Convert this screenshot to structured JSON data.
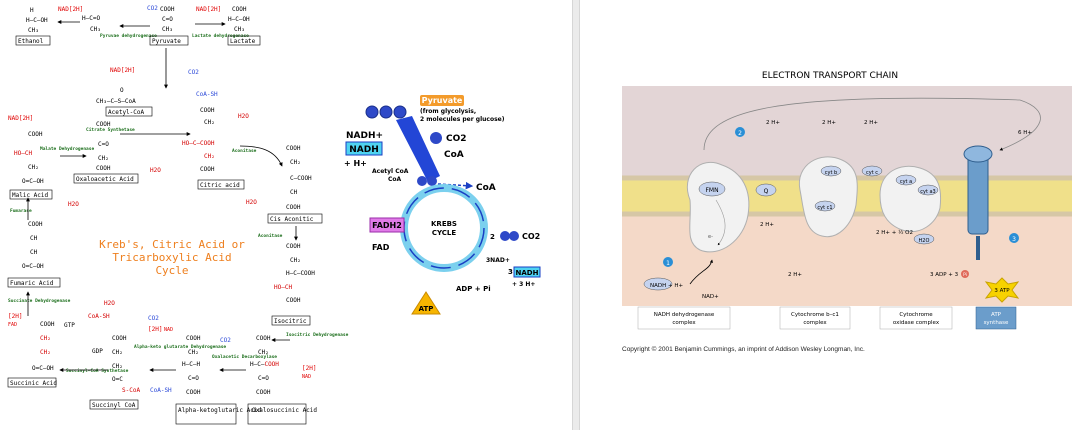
{
  "krebs": {
    "title_lines": [
      "Kreb's, Citric Acid or",
      "Tricarboxylic Acid",
      "Cycle"
    ],
    "compounds": {
      "ethanol": "Ethanol",
      "pyruvate": "Pyruvate",
      "lactate": "Lactate",
      "acetyl_coa": "Acetyl-CoA",
      "oxaloacetic": "Oxaloacetic Acid",
      "citric": "Citric acid",
      "malic": "Malic Acid",
      "cis_aconitic": "Cis Aconitic",
      "fumaric": "Fumaric Acid",
      "isocitric": "Isocitric",
      "succinic": "Succinic Acid",
      "succinyl_coa": "Succinyl CoA",
      "alpha_kg": "Alpha-ketoglutaric Acid",
      "oxalosuccinic": "Oxalosuccinic Acid"
    },
    "enzymes": {
      "pyruvate_dh": "Pyruvae dehydrogenase",
      "lactate_dh": "Lactate dehydrogenase",
      "citrate_synthetase": "Citrate Synthetase",
      "malate_dh": "Malate Dehydrogenase",
      "aconitase_1": "Aconitase",
      "aconitase_2": "Aconitase",
      "fumarase": "Fumarase",
      "succinate_dh": "Succinate Dehydrogenase",
      "succinyl_coa_synthetase": "Succinyl-CoA Synthetase",
      "akg_dh": "Alpha-keto glutarate Dehydrogenase",
      "oxalacetic_decarboxylase": "Oxalacetic Decarboxylase",
      "isocitric_dh": "Isocitric Dehydrogenase"
    },
    "cofactors": {
      "nadh": "NAD[2H]",
      "nad": "NAD",
      "co2": "CO2",
      "h2o": "H2O",
      "twoh": "[2H]",
      "coa_sh": "CoA-SH",
      "s_coa": "S-CoA",
      "gtp": "GTP",
      "gdp": "GDP",
      "fad": "FAD",
      "coa": "CoA"
    }
  },
  "krebs_small": {
    "pyruvate": "Pyruvate",
    "from_glycolysis": "(from glycolysis,",
    "molecules": "2 molecules per glucose)",
    "nadh_plus": "NADH+",
    "nadh": "NADH",
    "h_plus": "+ H+",
    "co2": "CO2",
    "coa": "CoA",
    "acetyl_coa": "Acetyl CoA",
    "fadh2": "FADH2",
    "fad": "FAD",
    "krebs_line1": "KREBS",
    "krebs_line2": "CYCLE",
    "two": "2",
    "three_nad": "3NAD+",
    "three": "3",
    "plus_3h": "+ 3 H+",
    "adp_pi": "ADP + Pi",
    "atp": "ATP"
  },
  "etc": {
    "title": "ELECTRON TRANSPORT CHAIN",
    "labels": {
      "fmn": "FMN",
      "q": "Q",
      "cyt_b": "cyt b",
      "cyt_c1": "cyt c1",
      "cyt_c": "cyt c",
      "cyt_a": "cyt a",
      "cyt_a3": "cyt a3",
      "two_h_1": "2 H+",
      "two_h_2": "2 H+",
      "two_h_3": "2 H+",
      "two_h_4": "2 H+",
      "two_h_5": "2 H+",
      "six_h": "6 H+",
      "o2_reaction": "2 H+ + ½ O2",
      "h2o": "H2O",
      "nadh_h": "NADH + H+",
      "nad": "NAD+",
      "adp": "3 ADP + 3",
      "pi": "Pi",
      "atp": "3 ATP",
      "e": "e-",
      "num1": "1",
      "num2": "2",
      "num3": "3"
    },
    "complexes": [
      {
        "line1": "NADH dehydrogenase",
        "line2": "complex"
      },
      {
        "line1": "Cytochrome b–c1",
        "line2": "complex"
      },
      {
        "line1": "Cytochrome",
        "line2": "oxidase complex"
      },
      {
        "line1": "ATP",
        "line2": "synthase"
      }
    ],
    "copyright": "Copyright © 2001 Benjamin Cummings, an imprint of Addison Wesley Longman, Inc."
  }
}
